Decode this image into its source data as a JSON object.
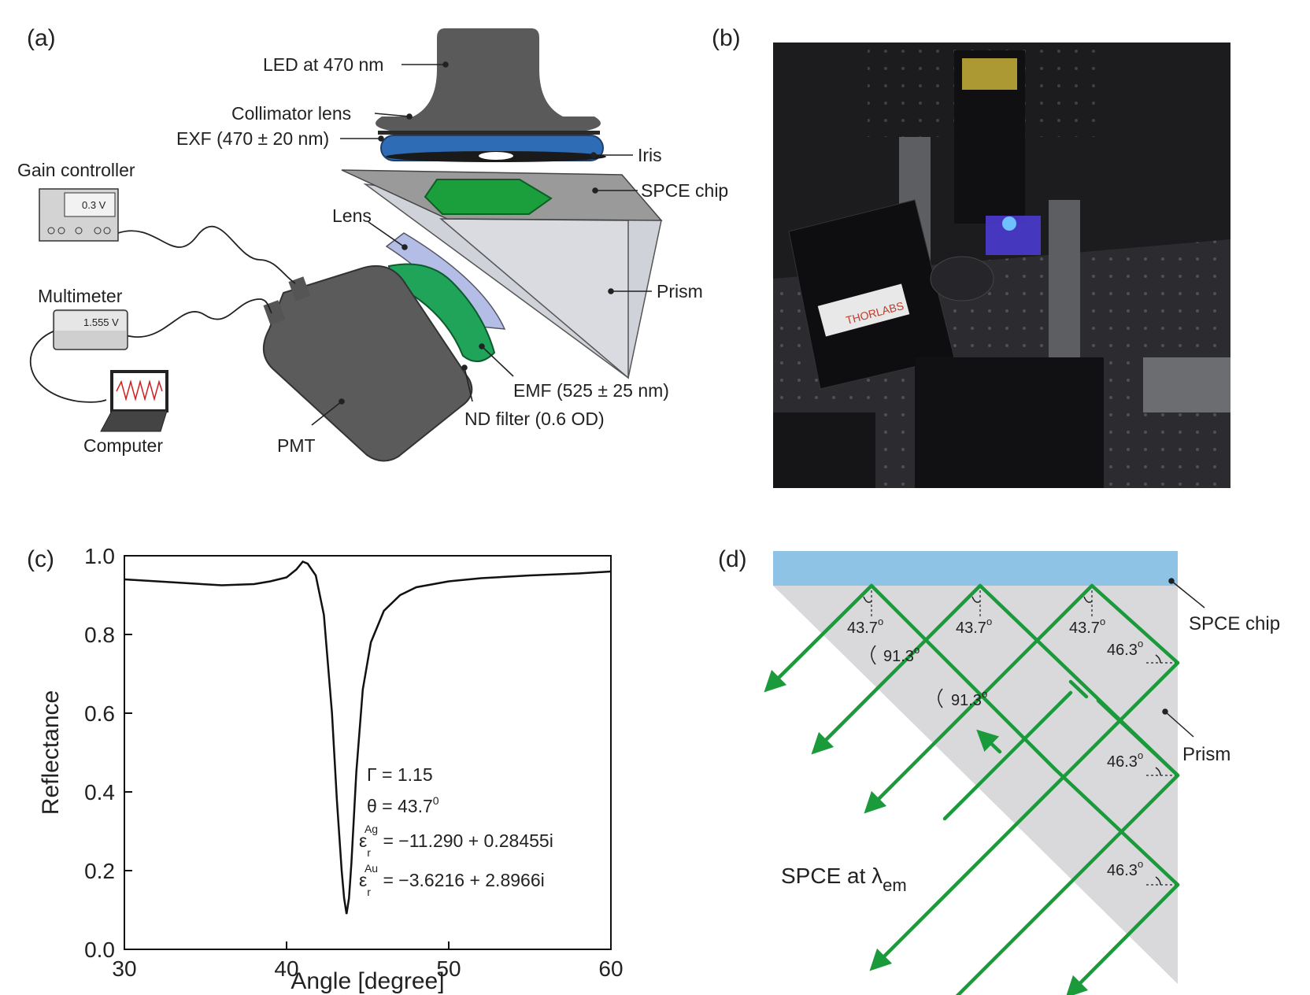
{
  "panels": {
    "a": {
      "label": "(a)",
      "led": "LED  at 470 nm",
      "collimator": "Collimator lens",
      "exf": "EXF (470 ± 20 nm)",
      "iris": "Iris",
      "spce_chip": "SPCE chip",
      "lens": "Lens",
      "prism": "Prism",
      "gain_controller": "Gain controller",
      "gain_value": "0.3 V",
      "multimeter": "Multimeter",
      "multimeter_value": "1.555 V",
      "computer": "Computer",
      "pmt": "PMT",
      "emf": "EMF (525 ± 25 nm)",
      "nd_filter": "ND filter (0.6 OD)",
      "colors": {
        "led": "#5a5a5a",
        "exf": "#2e6cb5",
        "chip_gold": "#1a9f3c",
        "prism": "#cfd2d8",
        "lens": "#b3bde6",
        "emf": "#1fa45a"
      }
    },
    "b": {
      "label": "(b)",
      "photo_text": "THORLABS"
    },
    "c": {
      "label": "(c)",
      "annotations": {
        "gamma": "Γ = 1.15",
        "theta_prefix": "θ = 43.7",
        "theta_sup": "0",
        "eps_ag_base": "ε",
        "eps_ag_sub": "r",
        "eps_ag_sup": "Ag",
        "eps_ag_value": " = −11.290 + 0.28455i",
        "eps_au_base": "ε",
        "eps_au_sub": "r",
        "eps_au_sup": "Au",
        "eps_au_value": " = −3.6216 + 2.8966i"
      }
    },
    "d": {
      "label": "(d)",
      "spce_chip": "SPCE chip",
      "prism": "Prism",
      "angle_437": "43.7",
      "angle_913": "91.3",
      "angle_463": "46.3",
      "degree": "o",
      "spce_at": "SPCE at λ",
      "spce_sub": "em",
      "colors": {
        "chip": "#8ec3e6",
        "prism": "#d9d9dc",
        "rays": "#1a9a3a"
      }
    }
  },
  "chart_data": {
    "type": "line",
    "title": "",
    "xlabel": "Angle [degree]",
    "ylabel": "Reflectance",
    "xlim": [
      30,
      60
    ],
    "ylim": [
      0.0,
      1.0
    ],
    "xticks": [
      "30",
      "40",
      "50",
      "60"
    ],
    "yticks": [
      "0.0",
      "0.2",
      "0.4",
      "0.6",
      "0.8",
      "1.0"
    ],
    "grid": false,
    "series": [
      {
        "x": [
          30,
          32,
          34,
          36,
          38,
          39,
          40,
          40.6,
          41,
          41.3,
          41.8,
          42.3,
          42.8,
          43.1,
          43.4,
          43.55,
          43.7,
          43.85,
          44.0,
          44.3,
          44.7,
          45.2,
          46,
          47,
          48,
          50,
          52,
          55,
          58,
          60
        ],
        "y": [
          0.94,
          0.935,
          0.93,
          0.925,
          0.928,
          0.935,
          0.945,
          0.965,
          0.985,
          0.98,
          0.95,
          0.85,
          0.6,
          0.38,
          0.2,
          0.13,
          0.09,
          0.13,
          0.22,
          0.45,
          0.66,
          0.78,
          0.86,
          0.9,
          0.92,
          0.935,
          0.943,
          0.95,
          0.955,
          0.96
        ]
      }
    ]
  }
}
